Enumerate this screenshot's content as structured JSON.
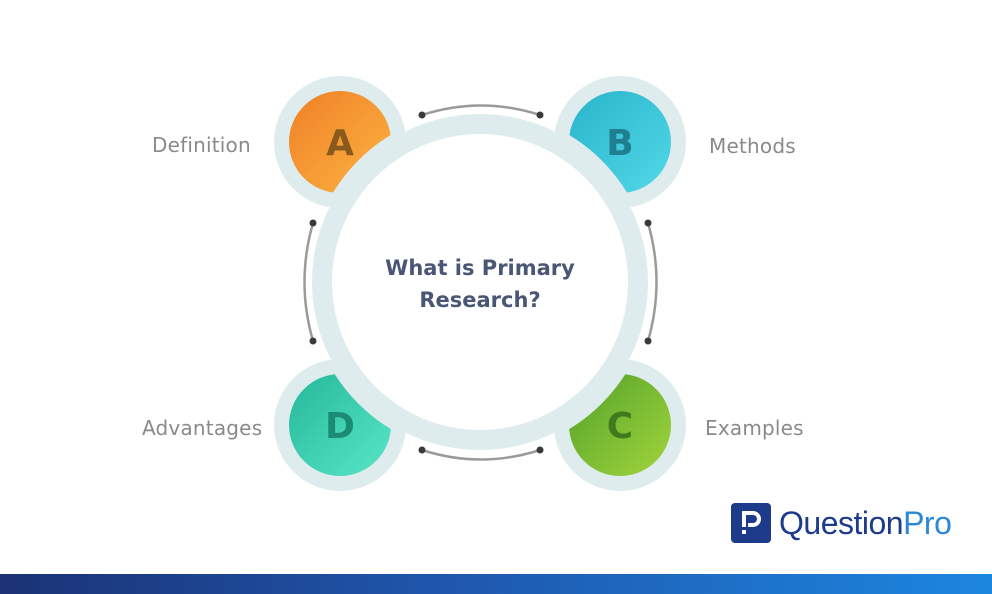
{
  "diagram": {
    "center": {
      "title_line1": "What is Primary",
      "title_line2": "Research?",
      "color": "#4a5676"
    },
    "nodes": [
      {
        "letter": "A",
        "label": "Definition",
        "color_start": "#f0862a",
        "color_end": "#fbb040",
        "letter_color": "#8a5a1c"
      },
      {
        "letter": "B",
        "label": "Methods",
        "color_start": "#2ab7cc",
        "color_end": "#4ed4e6",
        "letter_color": "#1f7f8f"
      },
      {
        "letter": "C",
        "label": "Examples",
        "color_start": "#5aa52a",
        "color_end": "#9ad23a",
        "letter_color": "#3f7a1f"
      },
      {
        "letter": "D",
        "label": "Advantages",
        "color_start": "#2cbf9f",
        "color_end": "#52e0c2",
        "letter_color": "#1d8a73"
      }
    ],
    "ring_color": "#deecee",
    "connector_color": "#9a9a9a",
    "connector_dot_color": "#3a3a3a"
  },
  "branding": {
    "logo_mark": "P",
    "logo_text_primary": "Question",
    "logo_text_secondary": "Pro",
    "primary_color": "#1e3a8a",
    "secondary_color": "#2b87d8"
  },
  "footer": {
    "gradient_start": "#1b3275",
    "gradient_end": "#1c86df"
  }
}
